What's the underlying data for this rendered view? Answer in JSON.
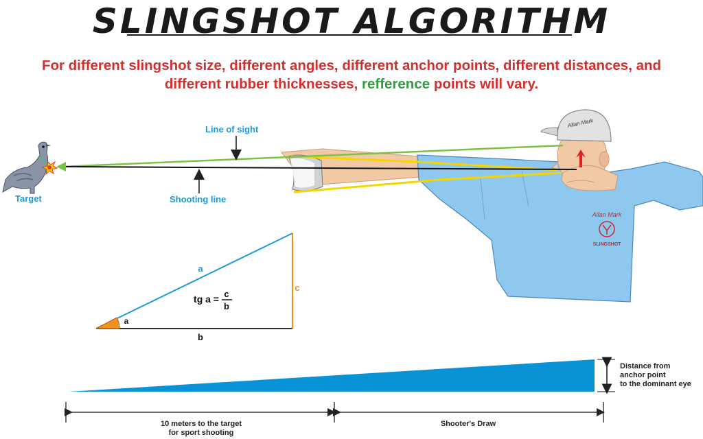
{
  "title": "SLINGSHOT ALGORITHM",
  "subtitle": {
    "line1": "For different slingshot size, different angles, different anchor points, different distances, and",
    "line2_before": "different rubber thicknesses, ",
    "line2_highlight": "refference",
    "line2_after": " points will vary."
  },
  "labels": {
    "line_of_sight": "Line of sight",
    "shooting_line": "Shooting line",
    "target": "Target"
  },
  "triangle": {
    "hypotenuse": "a",
    "opposite": "c",
    "adjacent": "b",
    "angle": "a",
    "formula_prefix": "tg a =",
    "formula_num": "c",
    "formula_den": "b"
  },
  "bottom": {
    "distance_note_1": "Distance from",
    "distance_note_2": "anchor point",
    "distance_note_3": "to the dominant eye",
    "range_label_1": "10 meters to the target",
    "range_label_2": "for sport shooting",
    "draw_label": "Shooter's Draw"
  },
  "branding": {
    "cap_text": "Allan Mark",
    "shirt_text": "Allan Mark",
    "shirt_logo_text": "SLINGSHOT"
  },
  "colors": {
    "title": "#1a1a1a",
    "subtitle_red": "#d32f2f",
    "highlight_green": "#2e9e3f",
    "label_blue": "#1e9ad6",
    "shirt_blue": "#8ec8ee",
    "wedge_blue": "#0a92d6",
    "sight_green": "#7cc242",
    "band_yellow": "#f5d400",
    "side_orange": "#f0931e"
  }
}
